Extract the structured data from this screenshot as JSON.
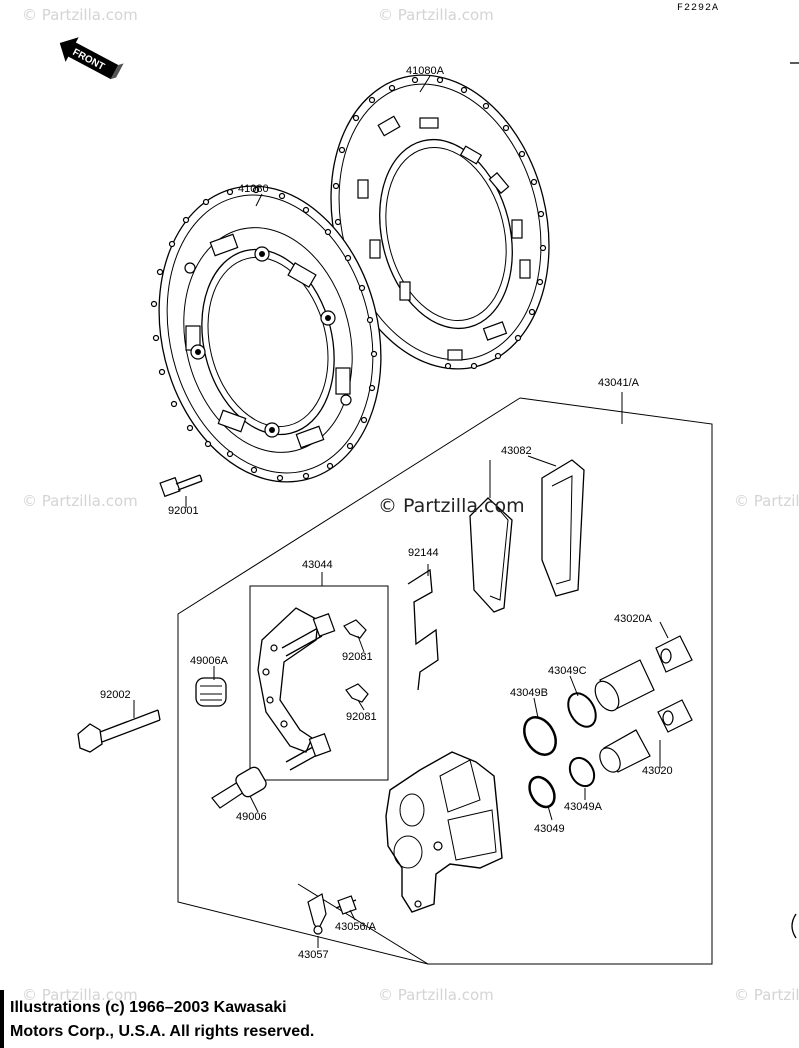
{
  "ref_code": "F2292A",
  "front_label": "FRONT",
  "watermark": {
    "main": "© Partzilla.com",
    "faint": "© Partzilla.com"
  },
  "parts": {
    "disc_a": "41080A",
    "disc": "41080",
    "caliper_assy": "43041/A",
    "pad_set": "43082",
    "pad_spring": "92144",
    "bracket": "43044",
    "clip_1": "92081",
    "clip_2": "92081",
    "boot_a": "49006A",
    "bolt_disc": "92001",
    "bolt_caliper": "92002",
    "boot": "49006",
    "piston_seal_c": "43049C",
    "piston_a": "43020A",
    "piston_seal_b": "43049B",
    "piston": "43020",
    "piston_seal_a": "43049A",
    "piston_seal": "43049",
    "bleeder": "43056/A",
    "bleeder_cap": "43057"
  },
  "copyright": {
    "line1": "Illustrations (c) 1966–2003 Kawasaki",
    "line2": "Motors Corp., U.S.A.  All rights reserved."
  }
}
